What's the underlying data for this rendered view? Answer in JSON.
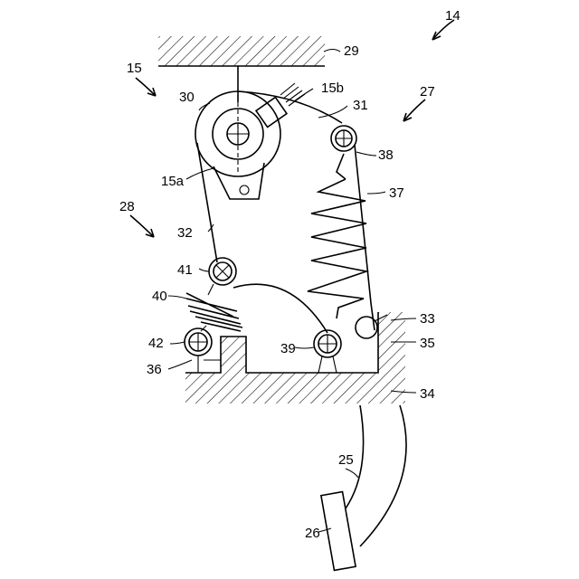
{
  "labels": {
    "l14": "14",
    "l15": "15",
    "l15a": "15a",
    "l15b": "15b",
    "l25": "25",
    "l26": "26",
    "l27": "27",
    "l28": "28",
    "l29": "29",
    "l30": "30",
    "l31": "31",
    "l32": "32",
    "l33": "33",
    "l34": "34",
    "l35": "35",
    "l36": "36",
    "l37": "37",
    "l38": "38",
    "l39": "39",
    "l40": "40",
    "l41": "41",
    "l42": "42"
  }
}
